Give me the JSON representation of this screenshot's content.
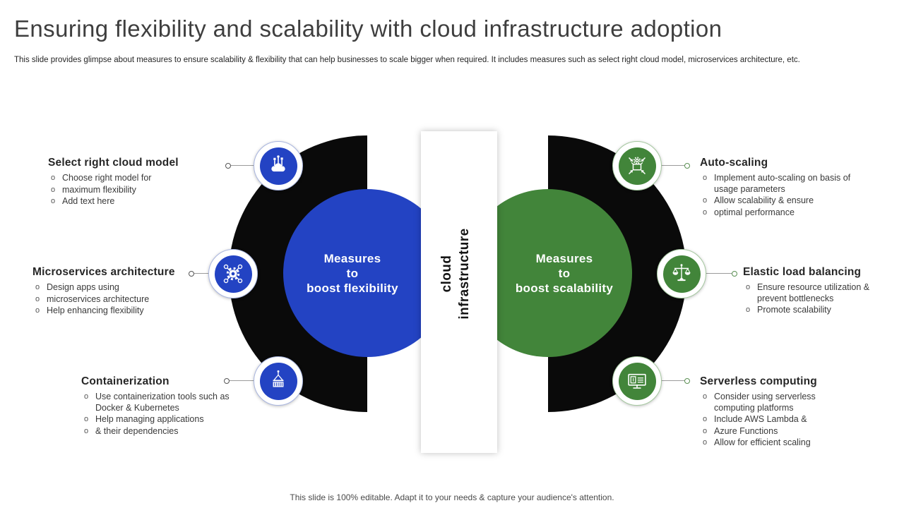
{
  "slide": {
    "title": "Ensuring flexibility and scalability with cloud infrastructure adoption",
    "subtitle": "This slide provides glimpse about measures to ensure scalability & flexibility that can help businesses to scale bigger when required. It includes measures such as select right cloud model, microservices architecture, etc.",
    "footer": "This slide is 100% editable. Adapt it to your needs & capture your audience's attention."
  },
  "colors": {
    "flexibility_blue": "#2343c3",
    "scalability_green": "#42853a",
    "shape_black": "#0a0a0a"
  },
  "ui": {
    "bullet_marker": "o"
  },
  "center": {
    "divider_label": {
      "line1": "cloud",
      "line2": "infrastructure"
    },
    "flexibility_circle": {
      "line1": "Measures",
      "line2": "to",
      "line3": "boost flexibility"
    },
    "scalability_circle": {
      "line1": "Measures",
      "line2": "to",
      "line3": "boost scalability"
    }
  },
  "left_items": [
    {
      "title": "Select right cloud model",
      "icon": "cloud-network-icon",
      "bullets": [
        "Choose right model for",
        "maximum flexibility",
        "Add text here"
      ]
    },
    {
      "title": "Microservices architecture",
      "icon": "microservices-gear-icon",
      "bullets": [
        "Design apps using",
        "microservices architecture",
        "Help enhancing flexibility"
      ]
    },
    {
      "title": "Containerization",
      "icon": "container-crane-icon",
      "bullets": [
        "Use containerization tools such as Docker & Kubernetes",
        "Help managing applications",
        "& their dependencies"
      ]
    }
  ],
  "right_items": [
    {
      "title": "Auto-scaling",
      "icon": "auto-scaling-box-icon",
      "bullets": [
        "Implement auto-scaling on basis of usage parameters",
        "Allow scalability & ensure",
        "optimal performance"
      ]
    },
    {
      "title": "Elastic load balancing",
      "icon": "balance-scale-icon",
      "bullets": [
        "Ensure resource utilization & prevent bottlenecks",
        "Promote scalability"
      ]
    },
    {
      "title": "Serverless computing",
      "icon": "serverless-monitor-icon",
      "bullets": [
        "Consider using serverless computing platforms",
        "Include AWS Lambda &",
        "Azure Functions",
        "Allow for efficient scaling"
      ]
    }
  ]
}
